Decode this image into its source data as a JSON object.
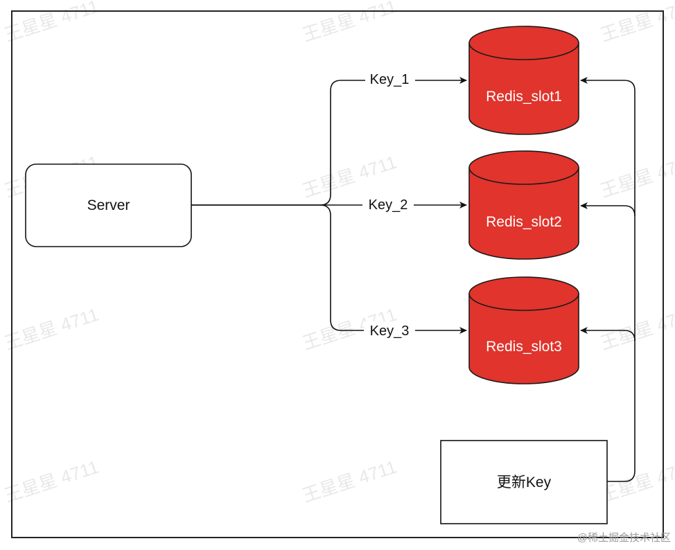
{
  "server": {
    "label": "Server"
  },
  "slots": [
    {
      "label": "Redis_slot1"
    },
    {
      "label": "Redis_slot2"
    },
    {
      "label": "Redis_slot3"
    }
  ],
  "edges": [
    {
      "label": "Key_1"
    },
    {
      "label": "Key_2"
    },
    {
      "label": "Key_3"
    }
  ],
  "updater": {
    "label": "更新Key"
  },
  "watermark": {
    "text": "王星星 4711"
  },
  "footer": {
    "text": "@稀土掘金技术社区"
  },
  "colors": {
    "slot_fill": "#e0342c",
    "slot_stroke": "#1a1a1a",
    "line": "#111111"
  }
}
